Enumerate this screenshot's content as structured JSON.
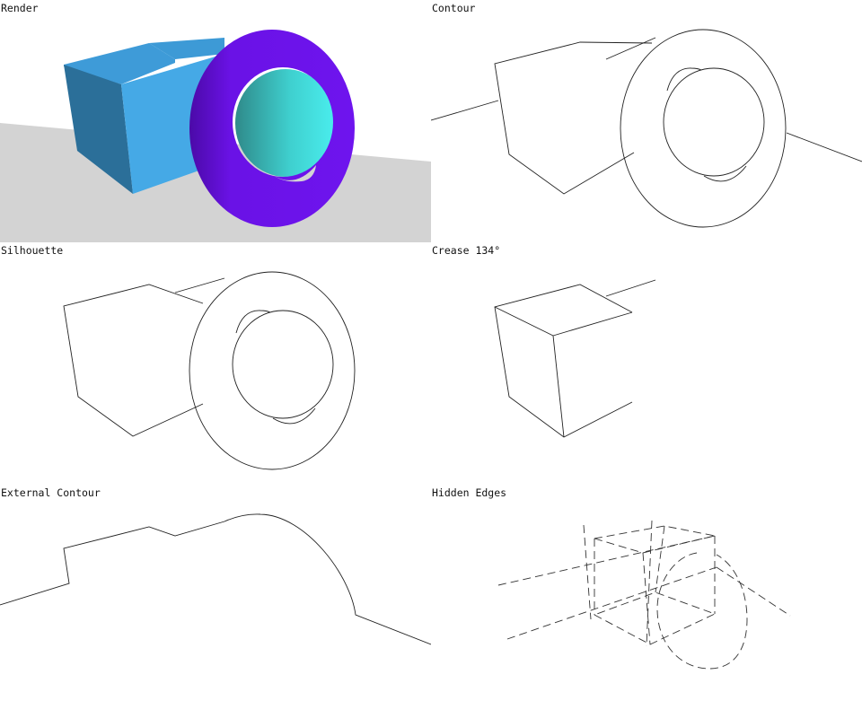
{
  "panels": {
    "render": {
      "label": "Render"
    },
    "contour": {
      "label": "Contour"
    },
    "silhouette": {
      "label": "Silhouette"
    },
    "crease": {
      "label": "Crease 134°"
    },
    "external": {
      "label": "External Contour"
    },
    "hidden": {
      "label": "Hidden Edges"
    }
  },
  "colors": {
    "ground": "#d3d3d3",
    "cube_front": "#45a9e6",
    "cube_side": "#2b6f99",
    "cube_top": "#3d9ad6",
    "torus": "#6e12e8",
    "sphere_light": "#45ecea",
    "sphere_dark": "#2f8a8a",
    "line": "#222222"
  }
}
